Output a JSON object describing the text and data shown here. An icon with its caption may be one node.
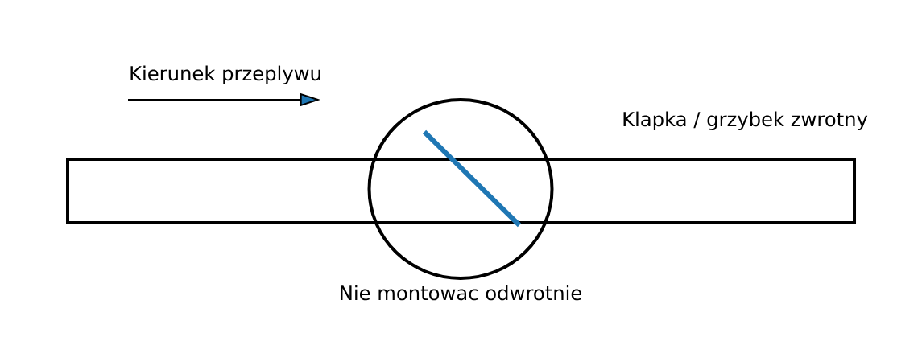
{
  "diagram": {
    "labels": [
      "Kierunek przeplywu",
      "Klapka / grzybek zwrotny",
      "Nie montowac odwrotnie"
    ]
  }
}
